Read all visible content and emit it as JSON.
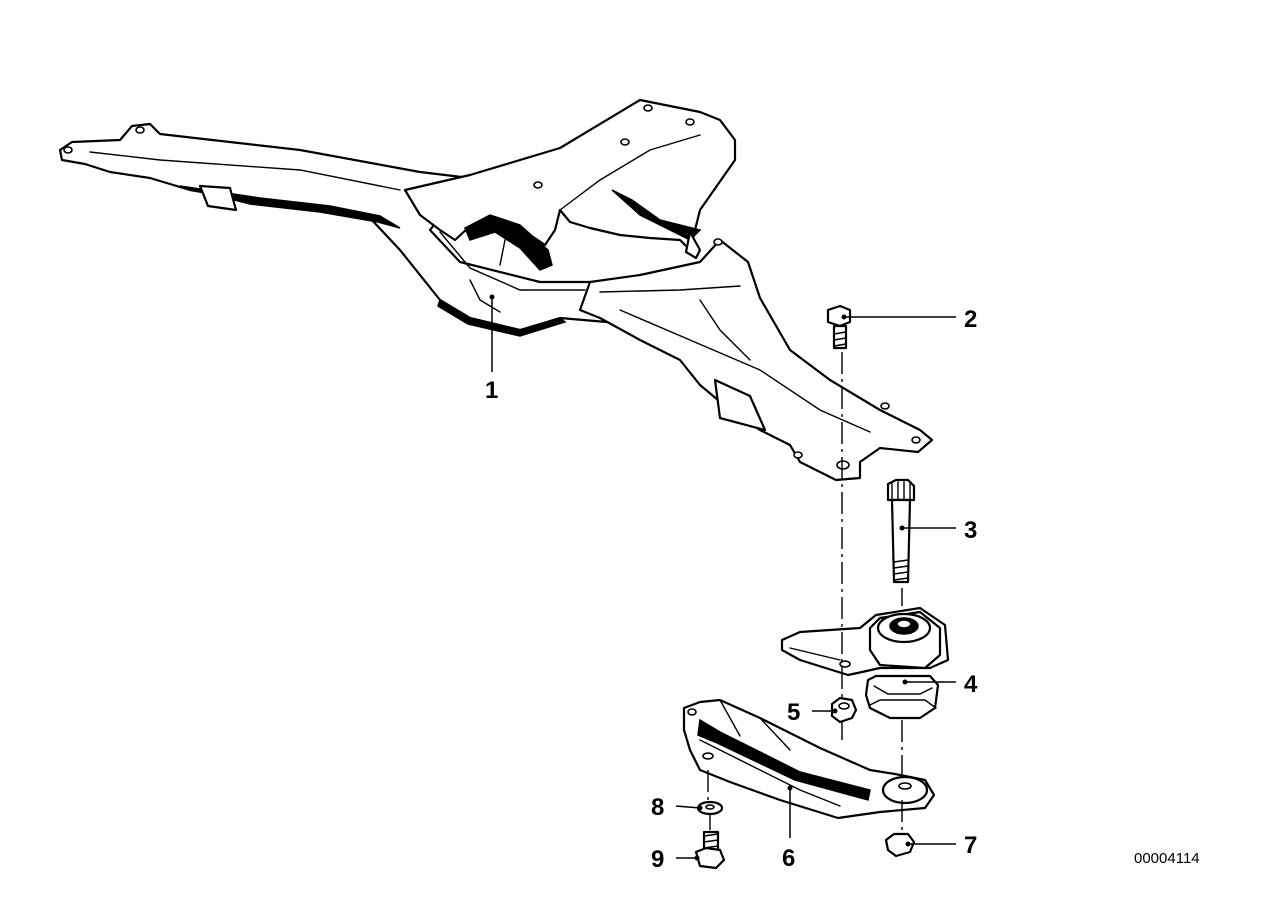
{
  "callouts": {
    "c1": "1",
    "c2": "2",
    "c3": "3",
    "c4": "4",
    "c5": "5",
    "c6": "6",
    "c7": "7",
    "c8": "8",
    "c9": "9"
  },
  "diagram_ref": "00004114"
}
